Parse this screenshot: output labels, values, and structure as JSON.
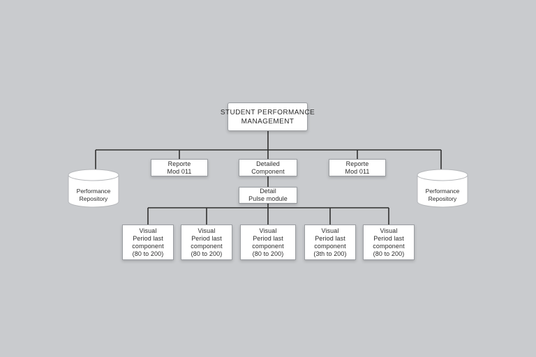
{
  "root": {
    "line1": "STUDENT PERFORMANCE",
    "line2": "MANAGEMENT"
  },
  "level1": [
    {
      "line1": "Reporte",
      "line2": "Mod 011"
    },
    {
      "line1": "Detailed",
      "line2": "Component"
    },
    {
      "line1": "Reporte",
      "line2": "Mod 011"
    }
  ],
  "databases": {
    "left": {
      "line1": "Performance",
      "line2": "Repository"
    },
    "right": {
      "line1": "Performance",
      "line2": "Repository"
    }
  },
  "level2": {
    "line1": "Detail",
    "line2": "Pulse module"
  },
  "leaves": [
    {
      "line1": "Visual",
      "line2": "Period last",
      "line3": "component",
      "line4": "(80 to 200)"
    },
    {
      "line1": "Visual",
      "line2": "Period last",
      "line3": "component",
      "line4": "(80 to 200)"
    },
    {
      "line1": "Visual",
      "line2": "Period last",
      "line3": "component",
      "line4": "(80 to 200)"
    },
    {
      "line1": "Visual",
      "line2": "Period last",
      "line3": "component",
      "line4": "(3th to 200)"
    },
    {
      "line1": "Visual",
      "line2": "Period last",
      "line3": "component",
      "line4": "(80 to 200)"
    }
  ],
  "colors": {
    "background": "#c9cbce",
    "box": "#ffffff",
    "border": "#9a9da1",
    "line": "#2f2f2f"
  }
}
